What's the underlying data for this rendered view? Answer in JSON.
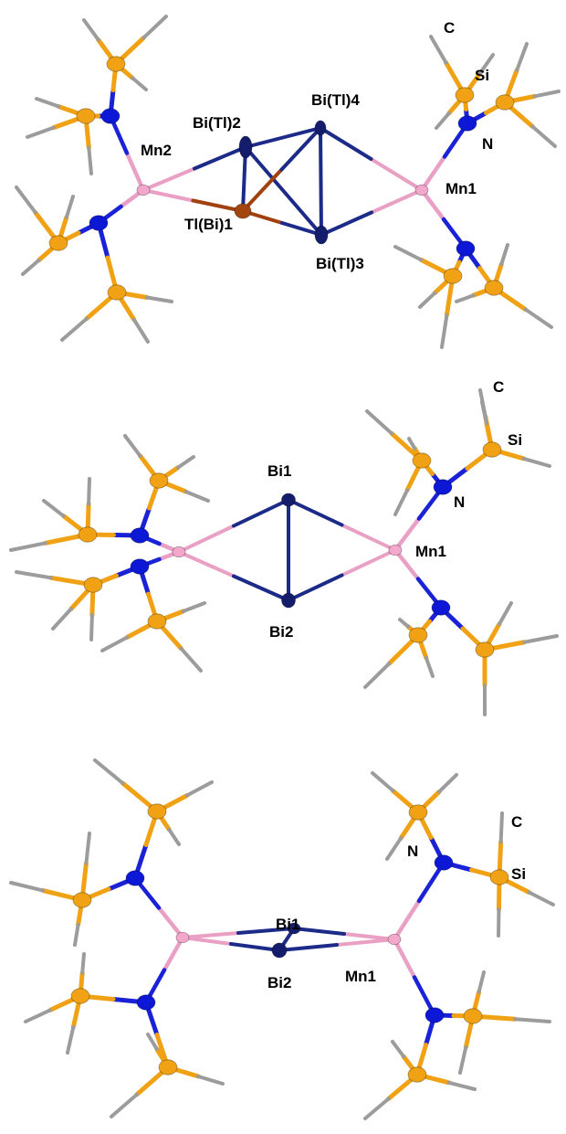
{
  "colors": {
    "mn": "#f2a7cb",
    "mn_bond": "#e9a0c4",
    "bi": "#141d6b",
    "bi_bond": "#1c2a88",
    "tl": "#a3450f",
    "tl_bond": "#a0410f",
    "n": "#0d17d6",
    "n_bond": "#1a22d8",
    "si": "#f0a214",
    "si_bond": "#f0a214",
    "c": "#8e8e8e",
    "c_bond": "#9c9c9c"
  },
  "panels": [
    {
      "labels": {
        "c": "C",
        "si": "Si",
        "n": "N",
        "mn2": "Mn2",
        "mn1": "Mn1",
        "bi_tl2": "Bi(Tl)2",
        "bi_tl4": "Bi(Tl)4",
        "tl_bi1": "Tl(Bi)1",
        "bi_tl3": "Bi(Tl)3"
      }
    },
    {
      "labels": {
        "c": "C",
        "si": "Si",
        "n": "N",
        "bi1": "Bi1",
        "bi2": "Bi2",
        "mn1": "Mn1"
      }
    },
    {
      "labels": {
        "c": "C",
        "si": "Si",
        "n": "N",
        "bi1": "Bi1",
        "bi2": "Bi2",
        "mn1": "Mn1"
      }
    }
  ]
}
